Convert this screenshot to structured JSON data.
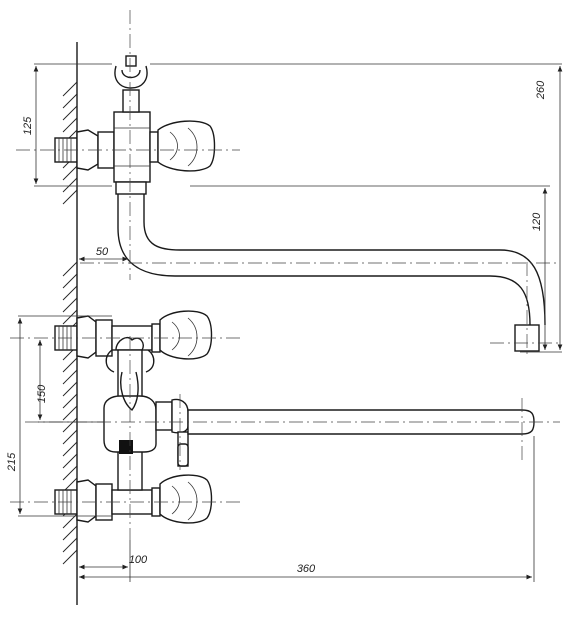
{
  "dimensions": {
    "d260": "260",
    "d125": "125",
    "d120": "120",
    "d50": "50",
    "d150": "150",
    "d215": "215",
    "d100": "100",
    "d360": "360"
  },
  "colors": {
    "line": "#1a1a1a",
    "background": "#ffffff",
    "accent_block": "#111111"
  }
}
